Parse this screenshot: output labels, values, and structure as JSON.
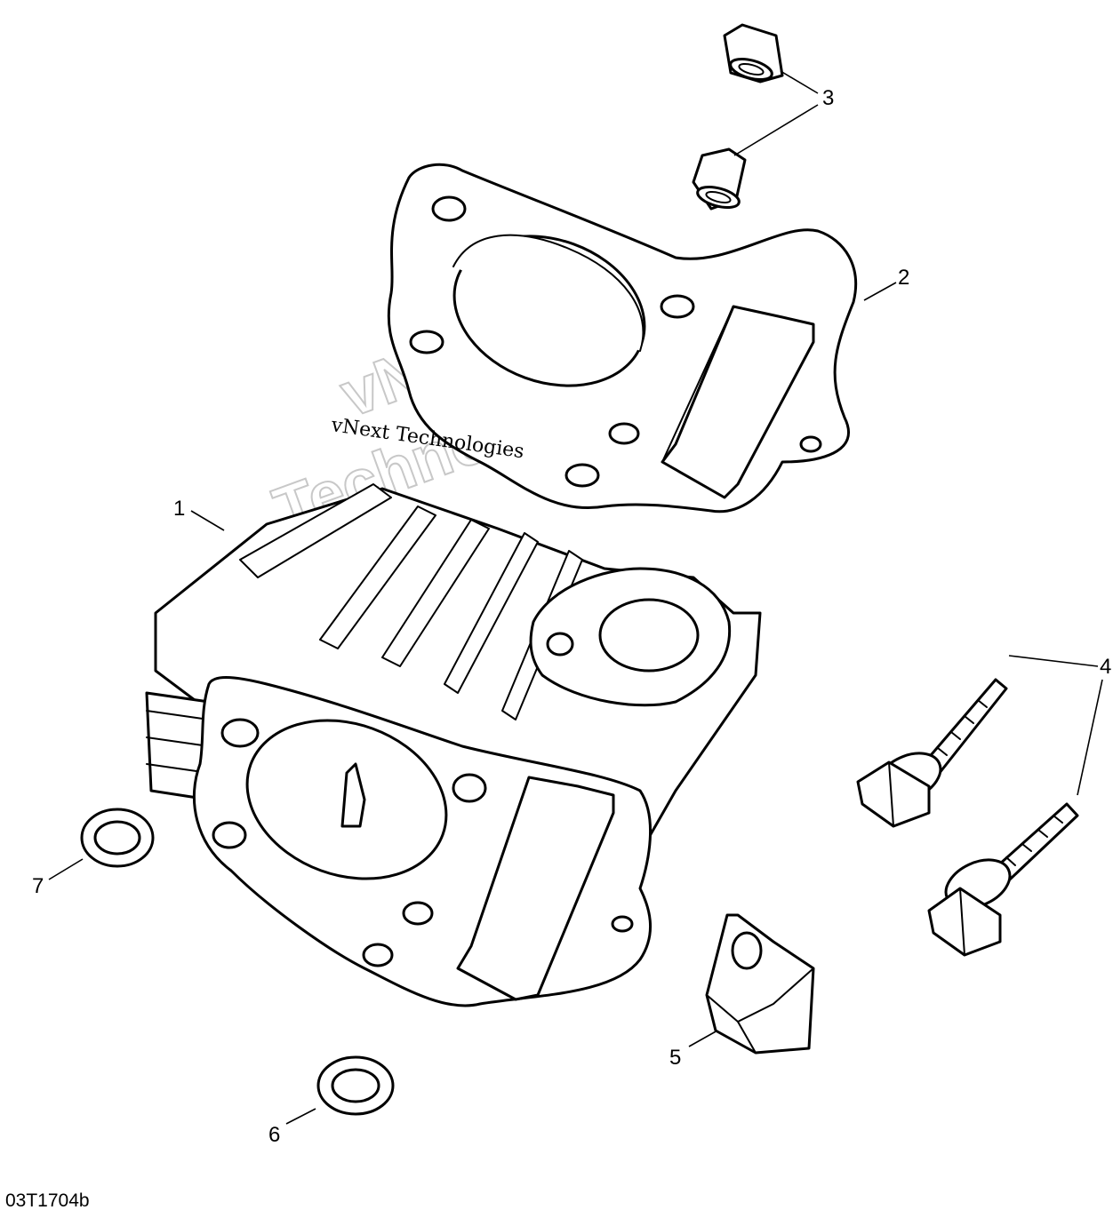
{
  "callouts": [
    {
      "id": "1",
      "label": "1"
    },
    {
      "id": "2",
      "label": "2"
    },
    {
      "id": "3",
      "label": "3"
    },
    {
      "id": "4",
      "label": "4"
    },
    {
      "id": "5",
      "label": "5"
    },
    {
      "id": "6",
      "label": "6"
    },
    {
      "id": "7",
      "label": "7"
    }
  ],
  "watermark": {
    "line1": "vNext",
    "line2": "Technologies",
    "small": "vNext Technologies"
  },
  "figure_code": "03T1704b"
}
